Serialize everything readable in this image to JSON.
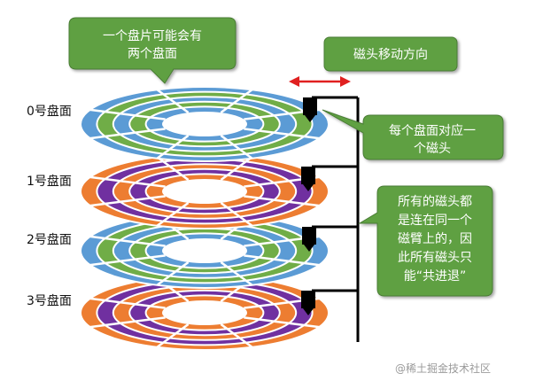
{
  "surfaces": [
    {
      "label": "0号盘面",
      "colors": [
        "#5b9bd5",
        "#70ad47"
      ]
    },
    {
      "label": "1号盘面",
      "colors": [
        "#ed7d31",
        "#7030a0"
      ]
    },
    {
      "label": "2号盘面",
      "colors": [
        "#5b9bd5",
        "#70ad47"
      ]
    },
    {
      "label": "3号盘面",
      "colors": [
        "#ed7d31",
        "#7030a0"
      ]
    }
  ],
  "callouts": {
    "two_surfaces": [
      "一个盘片可能会有",
      "两个盘面"
    ],
    "head_direction": [
      "磁头移动方向"
    ],
    "one_head_per_surface": [
      "每个盘面对应一",
      "个磁头"
    ],
    "shared_arm": [
      "所有的磁头都",
      "是连在同一个",
      "磁臂上的，因",
      "此所有磁头只",
      "能“共进退”"
    ]
  },
  "colors": {
    "callout_fill": "#5fa043",
    "callout_stroke": "#4a7c34",
    "arrow": "#e02020",
    "arm": "#000000",
    "hub": "#ffffff"
  },
  "watermark": "@稀土掘金技术社区"
}
